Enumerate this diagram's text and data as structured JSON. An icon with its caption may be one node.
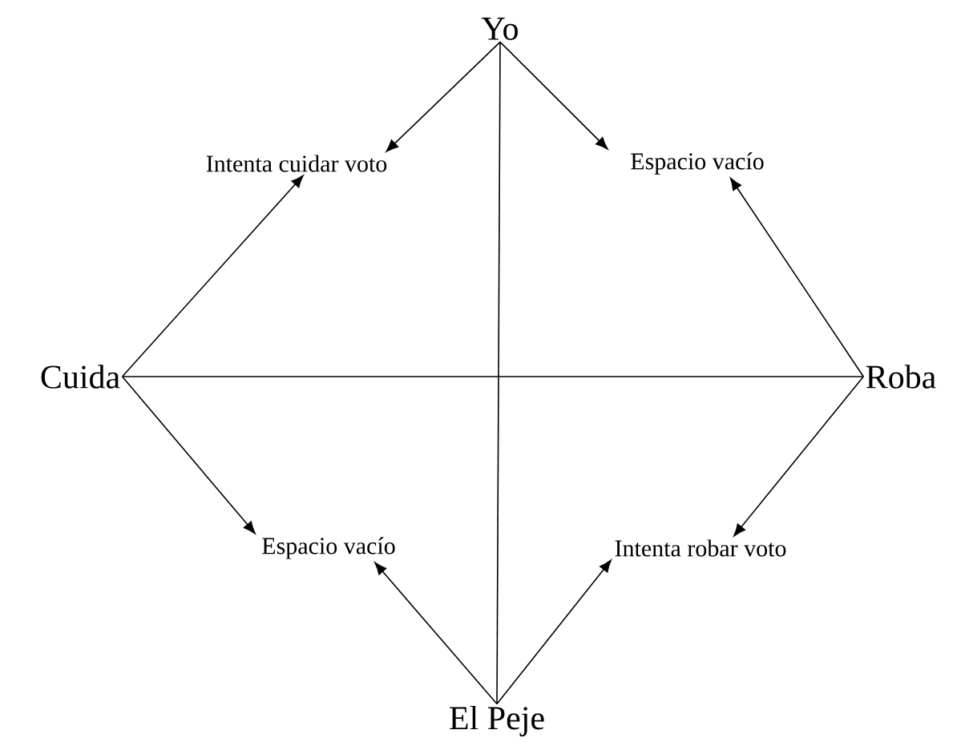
{
  "diagram": {
    "nodes": [
      {
        "text": [
          "Yo"
        ]
      },
      {
        "text": [
          "Intenta cuidar voto"
        ]
      },
      {
        "text": [
          "Espacio vacío"
        ]
      },
      {
        "text": [
          "Cuida"
        ]
      },
      {
        "text": [
          "Roba"
        ]
      },
      {
        "text": [
          "Espacio vacío"
        ]
      },
      {
        "text": [
          "Intenta robar voto"
        ]
      },
      {
        "text": [
          "El Peje"
        ]
      }
    ],
    "edges": [
      {
        "from": 0,
        "to": 1,
        "arrow": "to"
      },
      {
        "from": 0,
        "to": 2,
        "arrow": "to"
      },
      {
        "from": 3,
        "to": 1,
        "arrow": "to"
      },
      {
        "from": 3,
        "to": 5,
        "arrow": "to"
      },
      {
        "from": 4,
        "to": 2,
        "arrow": "to"
      },
      {
        "from": 4,
        "to": 6,
        "arrow": "to"
      },
      {
        "from": 7,
        "to": 5,
        "arrow": "to"
      },
      {
        "from": 7,
        "to": 6,
        "arrow": "to"
      },
      {
        "from": 0,
        "to": 7,
        "arrow": "none"
      },
      {
        "from": 3,
        "to": 4,
        "arrow": "none"
      }
    ]
  }
}
